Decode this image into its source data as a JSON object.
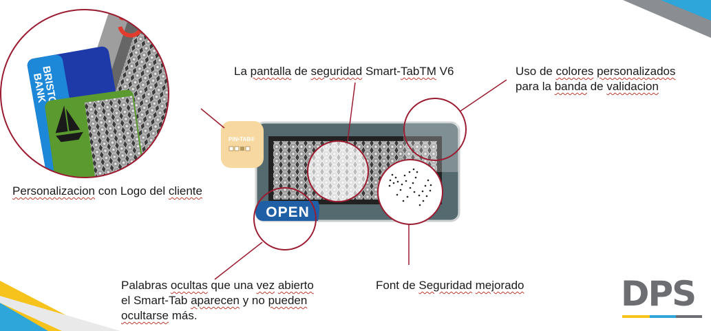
{
  "callouts": {
    "pantalla": [
      "La ",
      "pantalla",
      " de ",
      "seguridad",
      " Smart-",
      "TabTM",
      " V6"
    ],
    "colores": {
      "line1": [
        "Uso de ",
        "colores",
        " ",
        "personalizados"
      ],
      "line2": [
        "para la ",
        "banda",
        " de ",
        "validacion"
      ]
    },
    "logo_cliente": [
      "Personalizacion",
      " con Logo del ",
      "cliente"
    ],
    "palabras": {
      "line1": [
        "Palabras ",
        "ocultas",
        " que una ",
        "vez",
        " ",
        "abierto"
      ],
      "line2": [
        "el Smart-Tab ",
        "aparecen",
        " y no ",
        "pueden"
      ],
      "line3": [
        "ocultarse",
        " más."
      ]
    },
    "font": [
      "Font de ",
      "Seguridad",
      " ",
      "mejorado"
    ]
  },
  "device": {
    "badge_text": "PIN•TAB®",
    "open_label": "OPEN"
  },
  "cards": {
    "bank_line1": "BRISTOL",
    "bank_line2": "BANK"
  },
  "logo": {
    "text": "DPS"
  },
  "colors": {
    "ring": "#9b1b30",
    "device_frame": "#2f4a50",
    "badge": "#f7d8a0",
    "open_band": "#1f5fa6",
    "card_blue": "#1e88d8",
    "card_green": "#5a9a2e",
    "card_gray": "#9e9e9e",
    "logo_gray": "#6d6e71",
    "logo_yellow": "#f6c31c",
    "logo_blue": "#2fa6d9"
  }
}
